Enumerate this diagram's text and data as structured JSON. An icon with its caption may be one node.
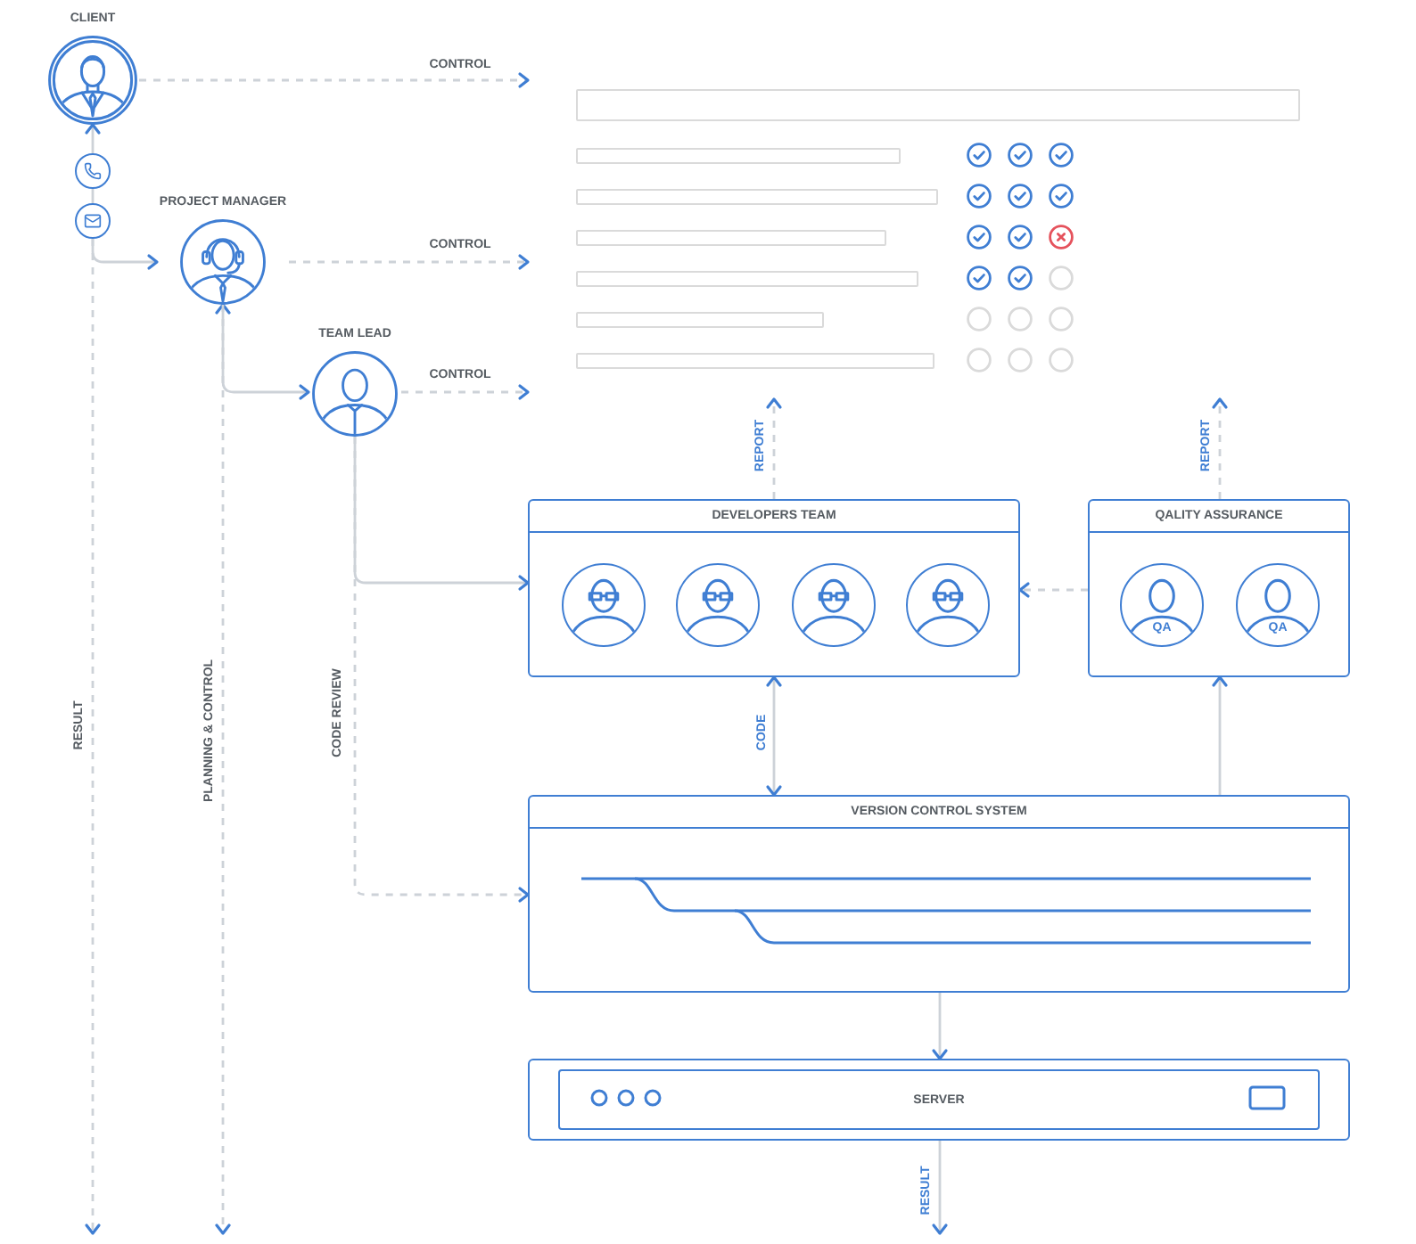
{
  "diagram": {
    "nodes": [
      {
        "text": [
          "CLIENT"
        ]
      },
      {
        "text": [],
        "shape": "picture"
      },
      {
        "text": [],
        "shape": "circle"
      },
      {
        "text": [],
        "shape": "circle"
      },
      {
        "text": [
          "PROJECT MANAGER"
        ]
      },
      {
        "text": [
          "TEAM LEAD"
        ]
      },
      {
        "text": [
          "DEVELOPERS TEAM"
        ]
      },
      {
        "text": [],
        "shape": "circle",
        "in": 6
      },
      {
        "text": [],
        "shape": "circle",
        "in": 6
      },
      {
        "text": [],
        "shape": "circle",
        "in": 6
      },
      {
        "text": [],
        "shape": "circle",
        "in": 6
      },
      {
        "text": [
          "QALITY ASSURANCE"
        ]
      },
      {
        "text": [
          "QA"
        ],
        "in": 11
      },
      {
        "text": [
          "QA"
        ],
        "in": 11
      },
      {
        "text": [
          "VERSION CONTROL SYSTEM"
        ]
      },
      {
        "text": [
          "SERVER"
        ]
      }
    ],
    "edges": [
      {
        "from": 0,
        "to": 1,
        "arrow": "to",
        "label": "CONTROL",
        "style": "dashed"
      },
      {
        "from": 2,
        "to": 0,
        "arrow": "to"
      },
      {
        "from": 2,
        "to": 3,
        "arrow": "none"
      },
      {
        "from": 3,
        "to": 4,
        "arrow": "to"
      },
      {
        "from": 3,
        "to": null,
        "arrow": "to",
        "label": "RESULT",
        "style": "dashed"
      },
      {
        "from": 4,
        "to": 1,
        "arrow": "to",
        "label": "CONTROL",
        "style": "dashed"
      },
      {
        "from": 4,
        "to": 5,
        "arrow": "both"
      },
      {
        "from": 4,
        "to": null,
        "arrow": "to",
        "label": "PLANNING & CONTROL",
        "style": "dashed"
      },
      {
        "from": 5,
        "to": 1,
        "arrow": "to",
        "label": "CONTROL",
        "style": "dashed"
      },
      {
        "from": 5,
        "to": 6,
        "arrow": "to"
      },
      {
        "from": 5,
        "to": 14,
        "arrow": "to",
        "label": "CODE REVIEW",
        "style": "dashed"
      },
      {
        "from": 6,
        "to": 1,
        "arrow": "to",
        "label": "REPORT",
        "style": "dashed"
      },
      {
        "from": 11,
        "to": 1,
        "arrow": "to",
        "label": "REPORT",
        "style": "dashed"
      },
      {
        "from": 11,
        "to": 6,
        "arrow": "to",
        "style": "dashed"
      },
      {
        "from": 6,
        "to": 14,
        "arrow": "both",
        "label": "CODE"
      },
      {
        "from": 14,
        "to": 11,
        "arrow": "to"
      },
      {
        "from": 14,
        "to": 15,
        "arrow": "to"
      },
      {
        "from": 15,
        "to": null,
        "arrow": "to",
        "label": "RESULT"
      }
    ]
  }
}
